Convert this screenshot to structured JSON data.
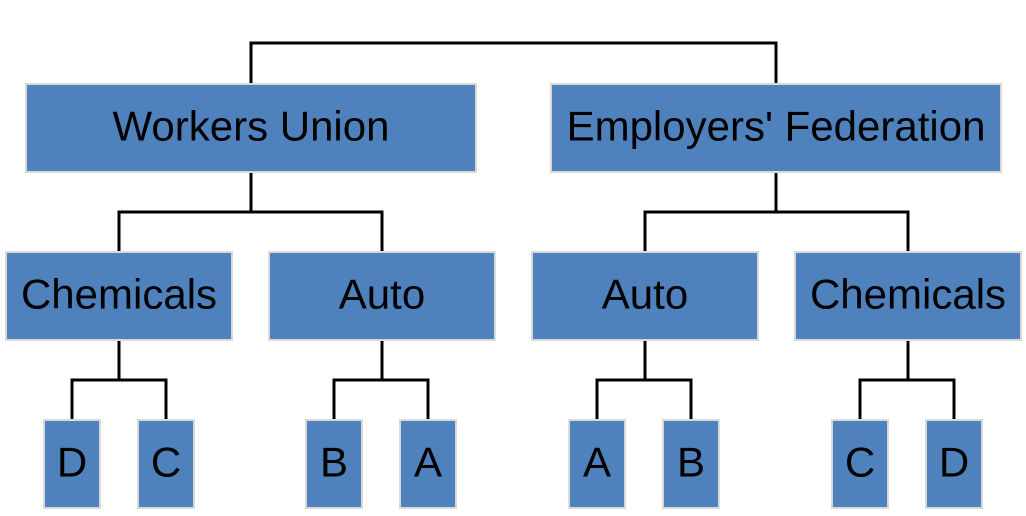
{
  "colors": {
    "box_fill": "#4f81bd",
    "connector": "#000000",
    "text": "#000000"
  },
  "tree": {
    "children": [
      {
        "label": "Workers Union",
        "children": [
          {
            "label": "Chemicals",
            "children": [
              {
                "label": "D"
              },
              {
                "label": "C"
              }
            ]
          },
          {
            "label": "Auto",
            "children": [
              {
                "label": "B"
              },
              {
                "label": "A"
              }
            ]
          }
        ]
      },
      {
        "label": "Employers' Federation",
        "children": [
          {
            "label": "Auto",
            "children": [
              {
                "label": "A"
              },
              {
                "label": "B"
              }
            ]
          },
          {
            "label": "Chemicals",
            "children": [
              {
                "label": "C"
              },
              {
                "label": "D"
              }
            ]
          }
        ]
      }
    ]
  }
}
